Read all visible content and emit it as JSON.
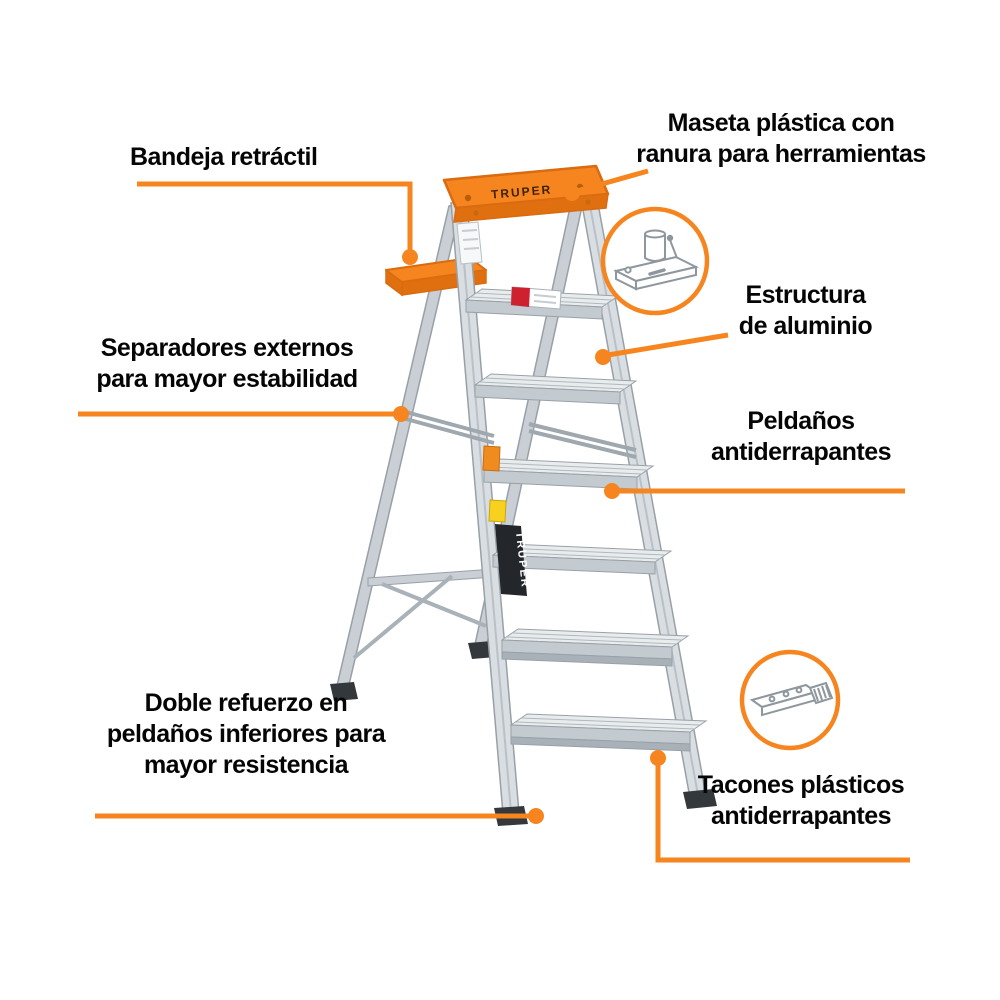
{
  "brand": "TRUPER",
  "accent_color": "#F6851F",
  "callouts": {
    "tray": {
      "label": "Bandeja retráctil"
    },
    "top_cap": {
      "label": "Maseta plástica con\nranura para herramientas"
    },
    "frame": {
      "label": "Estructura\nde aluminio"
    },
    "steps": {
      "label": "Peldaños\nantiderrapantes"
    },
    "spreaders": {
      "label": "Separadores externos\npara mayor estabilidad"
    },
    "reinforced_steps": {
      "label": "Doble refuerzo en\npeldaños inferiores para\nmayor resistencia"
    },
    "feet": {
      "label": "Tacones plásticos\nantiderrapantes"
    }
  },
  "ladder": {
    "cap_brand": "TRUPER",
    "rail_sticker_brand": "TRUPER"
  },
  "icons": {
    "top_cap_detail": "top-cap-detail-icon",
    "foot_detail": "foot-detail-icon"
  }
}
